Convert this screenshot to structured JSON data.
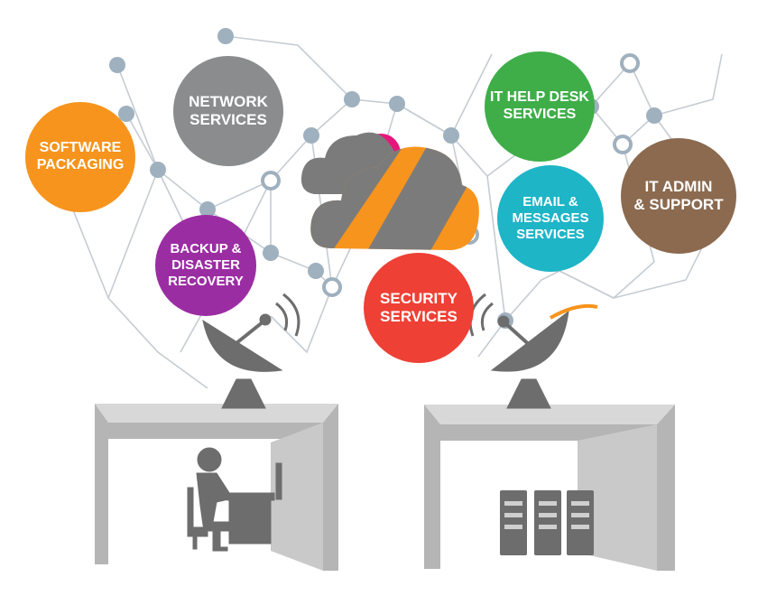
{
  "services": [
    {
      "id": "software",
      "label": "SOFTWARE\nPACKAGING",
      "color": "#f7941d"
    },
    {
      "id": "network",
      "label": "NETWORK\nSERVICES",
      "color": "#8a8c8e"
    },
    {
      "id": "backup",
      "label": "BACKUP &\nDISASTER\nRECOVERY",
      "color": "#9b2da3"
    },
    {
      "id": "security",
      "label": "SECURITY\nSERVICES",
      "color": "#ee4035"
    },
    {
      "id": "helpdesk",
      "label": "IT HELP DESK\nSERVICES",
      "color": "#3fae49"
    },
    {
      "id": "email",
      "label": "EMAIL &\nMESSAGES\nSERVICES",
      "color": "#1eb5c7"
    },
    {
      "id": "itadmin",
      "label": "IT ADMIN\n& SUPPORT",
      "color": "#8b6a4f"
    }
  ],
  "colors": {
    "network_line": "#c5ccd3",
    "node": "#9fb0be",
    "building_front": "#c9c9c9",
    "building_top": "#d8d8d8",
    "building_shadow": "#b5b5b5",
    "icon_dark": "#6d6d6d",
    "cloud_gray": "#7b7b7b",
    "cloud_orange": "#f7941d",
    "cloud_pink": "#e5177b",
    "dish_accent": "#f7941d"
  },
  "icons": [
    "cloud-icon",
    "satellite-dish-icon",
    "office-worker-icon",
    "server-rack-icon",
    "network-node-icon"
  ]
}
